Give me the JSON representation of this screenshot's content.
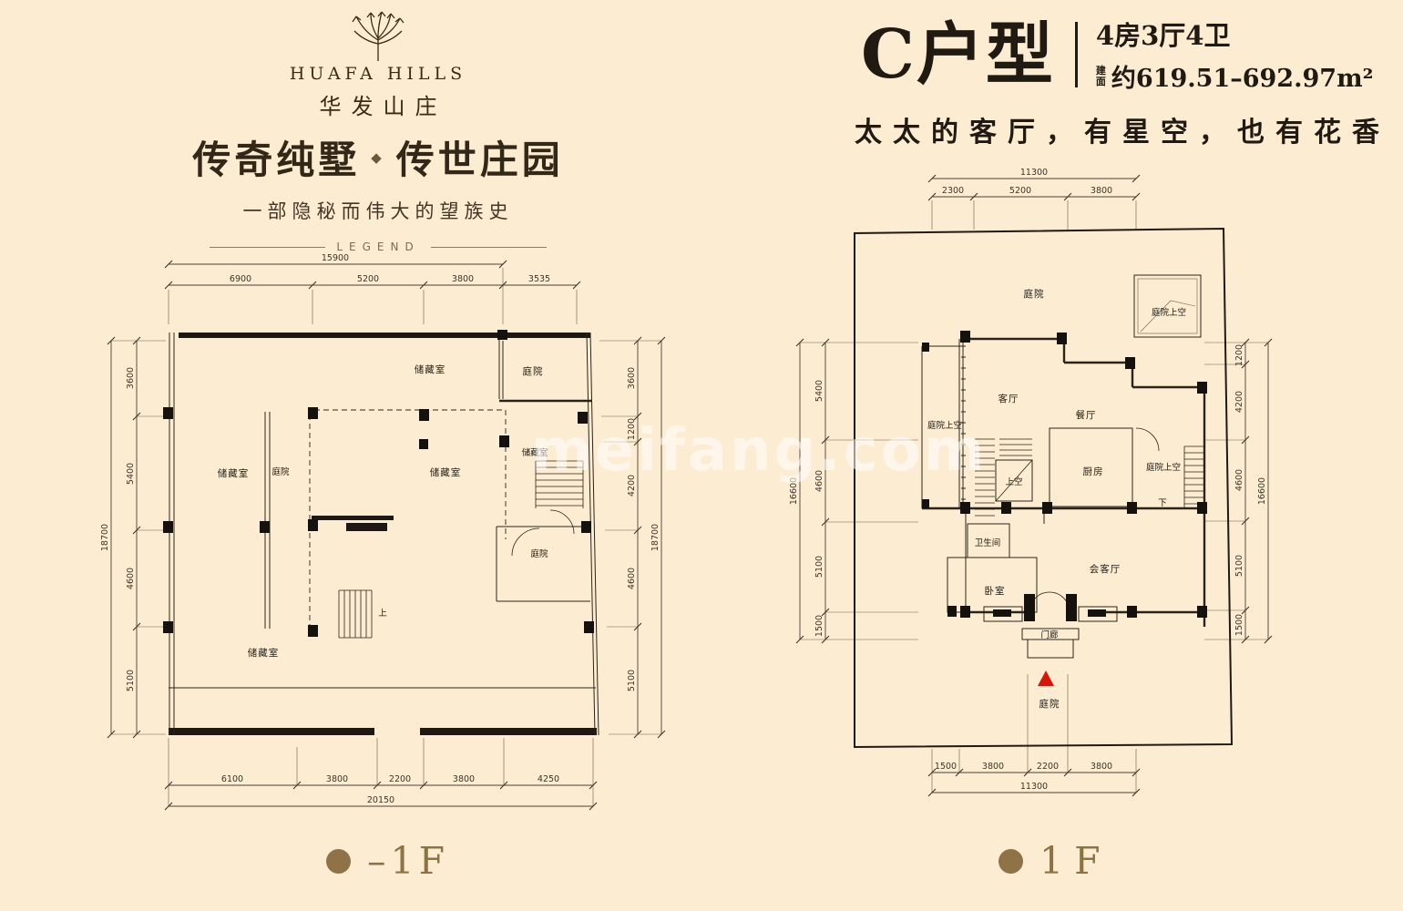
{
  "colors": {
    "background": "#fcecd2",
    "ink": "#262019",
    "accent_brown": "#8f7347",
    "entry_red": "#d6150b"
  },
  "logo": {
    "brand_en": "HUAFA HILLS",
    "brand_cn": "华发山庄"
  },
  "tagline": {
    "main_left": "传奇纯墅",
    "main_right": "传世庄园",
    "sub": "一部隐秘而伟大的望族史",
    "legend": "LEGEND"
  },
  "header": {
    "unit": "C户型",
    "spec": "4房3厅4卫",
    "area_label": "建面",
    "area": "约619.51–692.97m²",
    "slogan": "太太的客厅，有星空，也有花香"
  },
  "watermark": "meifang.com",
  "plans": {
    "basement": {
      "floor_label": "–1F",
      "dims": {
        "top_total": "15900",
        "top": [
          "6900",
          "5200",
          "3800",
          "3535"
        ],
        "left_total": "18700",
        "left": [
          "3600",
          "5400",
          "4600",
          "5100"
        ],
        "right_total": "18700",
        "right": [
          "3600",
          "1200",
          "4200",
          "4600",
          "5100"
        ],
        "bottom_total": "20150",
        "bottom": [
          "6100",
          "3800",
          "2200",
          "3800",
          "4250"
        ]
      },
      "rooms": {
        "storage_top": "储藏室",
        "courtyard_top": "庭院",
        "storage_left": "储藏室",
        "courtyard_strip": "庭院",
        "storage_center": "储藏室",
        "storage_right": "储藏室",
        "courtyard_lower_right": "庭院",
        "storage_bottom": "储藏室",
        "stair_up": "上"
      }
    },
    "first": {
      "floor_label": "1F",
      "dims": {
        "top_total": "11300",
        "top": [
          "2300",
          "5200",
          "3800"
        ],
        "left_total": "16600",
        "left": [
          "5400",
          "4600",
          "5100",
          "1500"
        ],
        "right_total": "16600",
        "right": [
          "1200",
          "4200",
          "4600",
          "5100",
          "1500"
        ],
        "bottom_total": "11300",
        "bottom": [
          "1500",
          "3800",
          "2200",
          "3800"
        ]
      },
      "rooms": {
        "courtyard_top": "庭院",
        "courtyard_void_topright": "庭院上空",
        "living": "客厅",
        "dining": "餐厅",
        "courtyard_void_left": "庭院上空",
        "void_above": "上空",
        "kitchen": "厨房",
        "courtyard_void_right": "庭院上空",
        "stair_down": "下",
        "bathroom": "卫生间",
        "reception": "会客厅",
        "bedroom": "卧室",
        "porch": "门廊",
        "courtyard_bottom": "庭院"
      }
    }
  }
}
